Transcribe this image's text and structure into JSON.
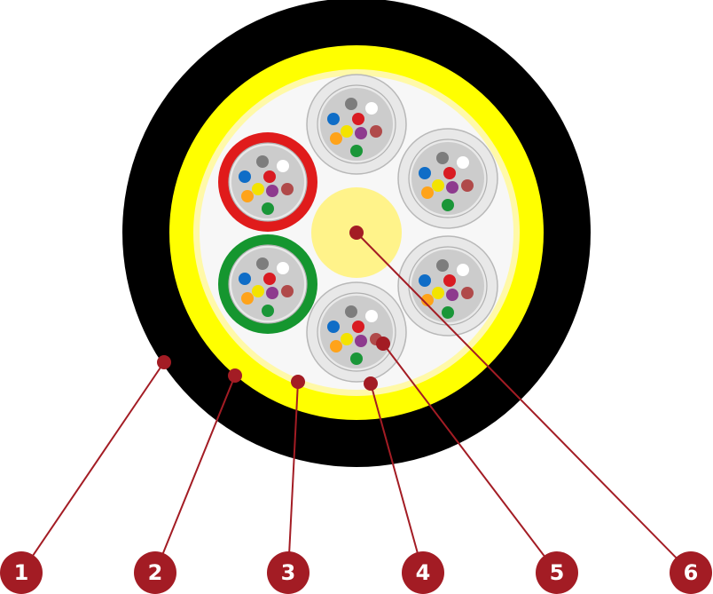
{
  "colors": {
    "sheath": "#000000",
    "armor": "#ffff00",
    "armor_inner": "#fff9a8",
    "filler": "#f7f7f7",
    "tube_outer": "#e8e8e8",
    "tube_inner": "#cccccc",
    "tube_red": "#e01b1b",
    "tube_green": "#15962f",
    "strength_member": "#fff38a",
    "callout": "#a31c24",
    "fibers": [
      "#0f6dc7",
      "#ffa31a",
      "#1a9638",
      "#8b3a2e",
      "#7d7d7d",
      "#ffffff",
      "#d91b22",
      "#f3e300",
      "#8e3a8e",
      "#b04a4a",
      "#1cbed0",
      "#f060a0"
    ]
  },
  "tubes": [
    {
      "name": "tube-top",
      "ring": "natural"
    },
    {
      "name": "tube-upper-right",
      "ring": "natural"
    },
    {
      "name": "tube-lower-right",
      "ring": "natural"
    },
    {
      "name": "tube-bottom",
      "ring": "natural"
    },
    {
      "name": "tube-lower-left",
      "ring": "green"
    },
    {
      "name": "tube-upper-left",
      "ring": "red"
    }
  ],
  "callouts": [
    {
      "label": "1"
    },
    {
      "label": "2"
    },
    {
      "label": "3"
    },
    {
      "label": "4"
    },
    {
      "label": "5"
    },
    {
      "label": "6"
    }
  ]
}
